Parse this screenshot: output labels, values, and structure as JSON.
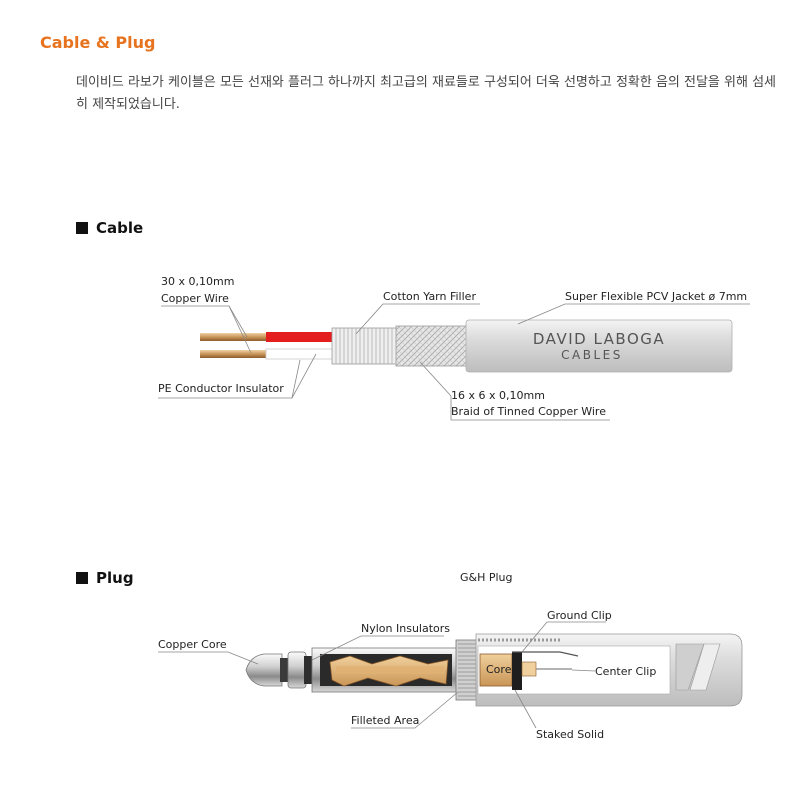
{
  "header": {
    "title": "Cable & Plug",
    "intro": "데이비드 라보가 케이블은 모든 선재와 플러그 하나까지 최고급의 재료들로 구성되어 더욱 선명하고 정확한 음의 전달을 위해 섬세히 제작되었습니다."
  },
  "cable": {
    "section_title": "Cable",
    "labels": {
      "copper_wire_count": "30 x 0,10mm",
      "copper_wire": "Copper Wire",
      "cotton_filler": "Cotton Yarn Filler",
      "jacket": "Super Flexible PCV Jacket ø 7mm",
      "pe_insulator": "PE Conductor Insulator",
      "braid_count": "16 x 6 x 0,10mm",
      "braid": "Braid of Tinned Copper Wire"
    },
    "brand_line1": "DAVID LABOGA",
    "brand_line2": "CABLES"
  },
  "plug": {
    "section_title": "Plug",
    "subtitle": "G&H Plug",
    "labels": {
      "copper_core": "Copper Core",
      "nylon_insulators": "Nylon Insulators",
      "filleted_area": "Filleted Area",
      "core": "Core",
      "ground_clip": "Ground Clip",
      "center_clip": "Center Clip",
      "staked_solid": "Staked Solid"
    }
  },
  "colors": {
    "accent": "#e8731e",
    "red_wire": "#e41e1e",
    "copper": "#c8955a"
  }
}
